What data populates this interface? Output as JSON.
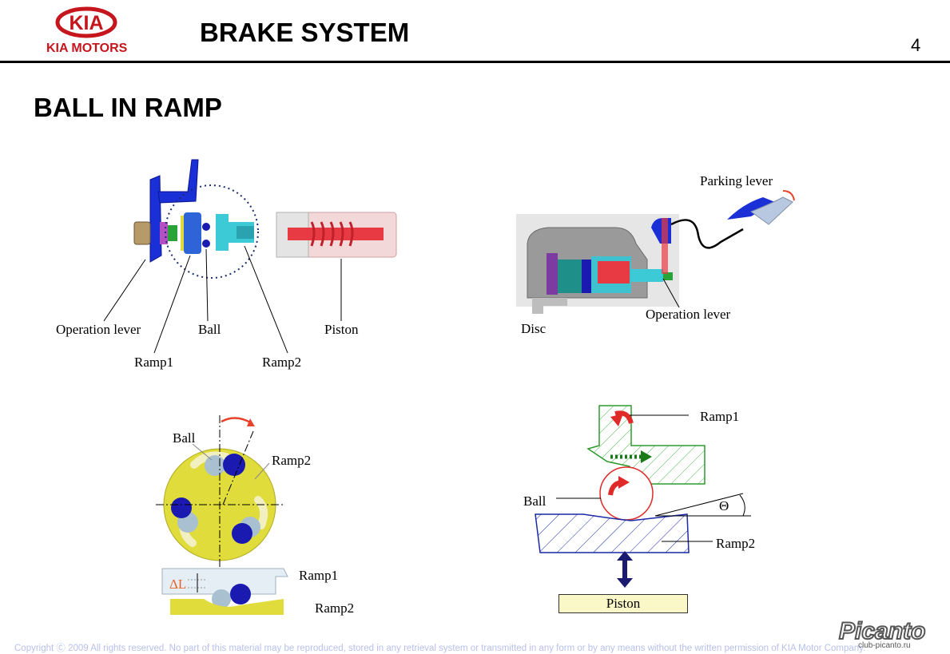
{
  "header": {
    "logo_text": "KIA",
    "brand": "KIA MOTORS",
    "title": "BRAKE SYSTEM",
    "page_number": "4"
  },
  "section_title": "BALL IN RAMP",
  "figure_exploded": {
    "labels": {
      "operation_lever": "Operation lever",
      "ball": "Ball",
      "piston": "Piston",
      "ramp1": "Ramp1",
      "ramp2": "Ramp2"
    }
  },
  "figure_caliper": {
    "labels": {
      "parking_lever": "Parking lever",
      "operation_lever": "Operation lever",
      "disc": "Disc"
    }
  },
  "figure_ramp_view": {
    "labels": {
      "ball": "Ball",
      "ramp2_top": "Ramp2",
      "delta_l": "ΔL",
      "ramp1": "Ramp1",
      "ramp2_bottom": "Ramp2"
    }
  },
  "figure_section": {
    "labels": {
      "ramp1": "Ramp1",
      "ball": "Ball",
      "theta": "Θ",
      "ramp2": "Ramp2",
      "piston": "Piston"
    }
  },
  "footer": {
    "copyright": "Copyright Ⓒ 2009 All rights reserved. No part of this material may be reproduced, stored in any retrieval system or transmitted in any form or by any means without the written permission of KIA Motor Company."
  },
  "watermark": {
    "brand": "Picanto",
    "site": "club-picanto.ru"
  },
  "colors": {
    "kia_red": "#c4161c",
    "ball_blue": "#1a1ab0",
    "ramp_yellow": "#e0dc3c",
    "arrow_red": "#e8422a",
    "piston_fill": "#fbf8c8"
  }
}
